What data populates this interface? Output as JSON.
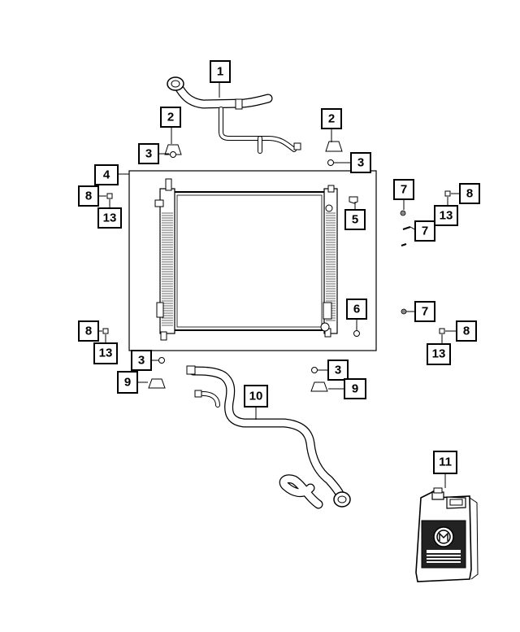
{
  "diagram": {
    "callouts": [
      {
        "id": "c1",
        "label": "1"
      },
      {
        "id": "c2a",
        "label": "2"
      },
      {
        "id": "c2b",
        "label": "2"
      },
      {
        "id": "c3a",
        "label": "3"
      },
      {
        "id": "c3b",
        "label": "3"
      },
      {
        "id": "c3c",
        "label": "3"
      },
      {
        "id": "c3d",
        "label": "3"
      },
      {
        "id": "c4",
        "label": "4"
      },
      {
        "id": "c5",
        "label": "5"
      },
      {
        "id": "c6",
        "label": "6"
      },
      {
        "id": "c7a",
        "label": "7"
      },
      {
        "id": "c7b",
        "label": "7"
      },
      {
        "id": "c7c",
        "label": "7"
      },
      {
        "id": "c8a",
        "label": "8"
      },
      {
        "id": "c8b",
        "label": "8"
      },
      {
        "id": "c8c",
        "label": "8"
      },
      {
        "id": "c8d",
        "label": "8"
      },
      {
        "id": "c9a",
        "label": "9"
      },
      {
        "id": "c9b",
        "label": "9"
      },
      {
        "id": "c10",
        "label": "10"
      },
      {
        "id": "c11",
        "label": "11"
      },
      {
        "id": "c13a",
        "label": "13"
      },
      {
        "id": "c13b",
        "label": "13"
      },
      {
        "id": "c13c",
        "label": "13"
      },
      {
        "id": "c13d",
        "label": "13"
      }
    ]
  }
}
